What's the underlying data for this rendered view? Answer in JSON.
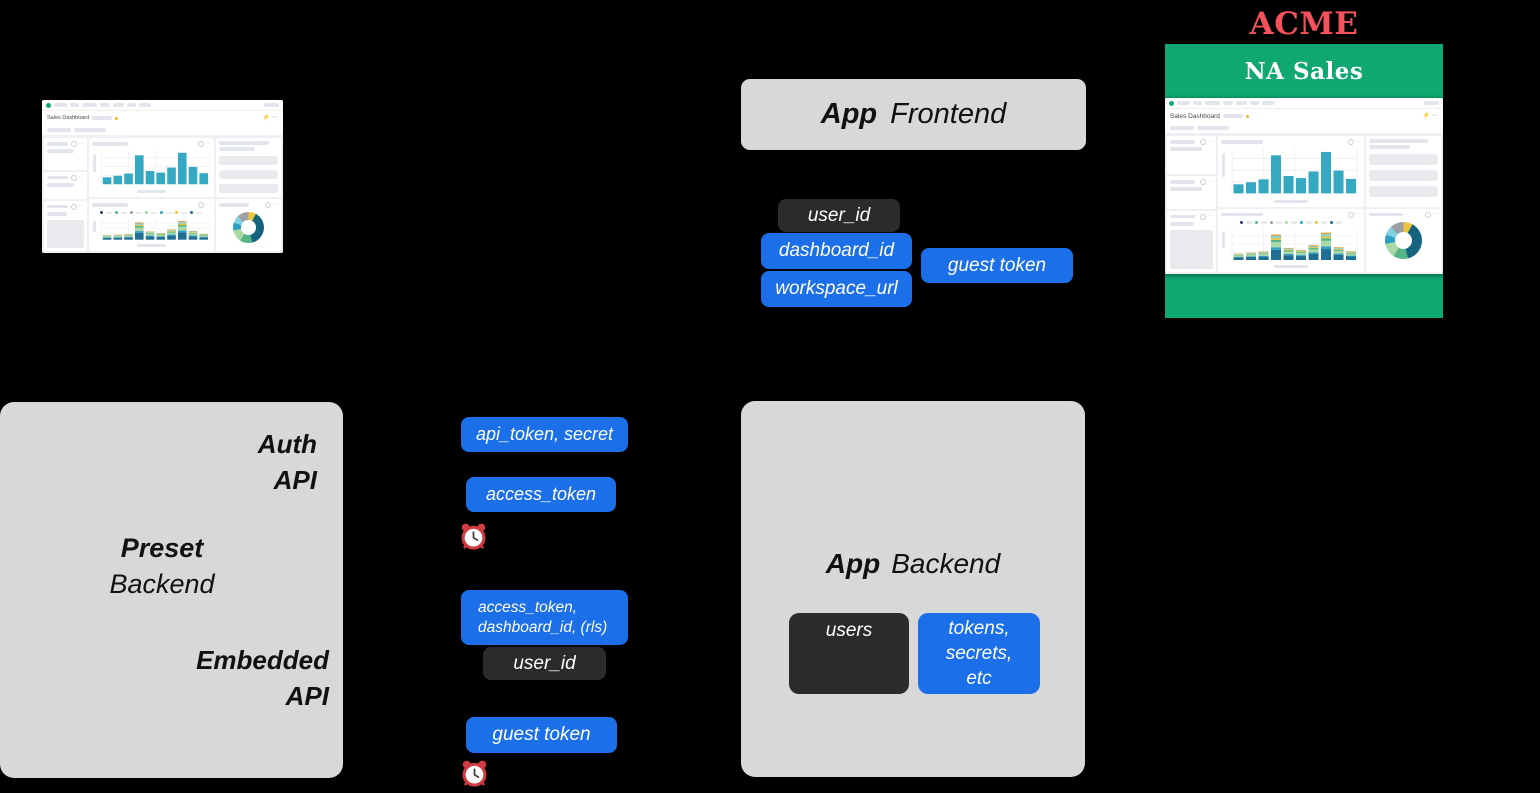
{
  "colors": {
    "background": "#000000",
    "panel_gray": "#d8d8d8",
    "tag_blue": "#1b6fe8",
    "tag_dark": "#2b2b2b",
    "acme_green": "#0fa871",
    "acme_red": "#f4515b",
    "chart_teal": "#35a9c2"
  },
  "frontend": {
    "title_bold": "App",
    "title_rest": "Frontend",
    "tags": {
      "user_id": "user_id",
      "dashboard_id": "dashboard_id",
      "workspace_url": "workspace_url",
      "guest_token": "guest token"
    }
  },
  "preset": {
    "auth_line1": "Auth",
    "auth_line2": "API",
    "name_line1": "Preset",
    "name_line2": "Backend",
    "embedded_line1": "Embedded",
    "embedded_line2": "API"
  },
  "flow": {
    "api_token_secret": "api_token, secret",
    "access_token": "access_token",
    "combo_line1": "access_token,",
    "combo_line2": "dashboard_id, (rls)",
    "user_id": "user_id",
    "guest_token": "guest token",
    "timer_icon": "alarm-clock"
  },
  "backend": {
    "title_bold": "App",
    "title_rest": "Backend",
    "users_label": "users",
    "tokens_lines": [
      "tokens,",
      "secrets,",
      "etc"
    ]
  },
  "acme": {
    "logo": "ACME",
    "header": "NA Sales"
  },
  "mini_dashboard": {
    "title": "Sales Dashboard",
    "chart_data": [
      {
        "type": "bar",
        "title": "",
        "color": "#35a9c2",
        "values": [
          0.22,
          0.27,
          0.34,
          0.92,
          0.42,
          0.37,
          0.53,
          1.0,
          0.55,
          0.35
        ]
      },
      {
        "type": "bar",
        "stacked": true,
        "totals": [
          0.24,
          0.27,
          0.31,
          0.93,
          0.44,
          0.36,
          0.55,
          1.0,
          0.47,
          0.32
        ],
        "segment_fractions": [
          0.4,
          0.1,
          0.2,
          0.09,
          0.07,
          0.08,
          0.06
        ],
        "segment_colors": [
          "#1f6e93",
          "#2f9fc4",
          "#a9d9a4",
          "#55b586",
          "#eec43d",
          "#7fd0e0",
          "#e0a63e"
        ],
        "legend_colors": [
          "#2c3e5d",
          "#55b586",
          "#9aa0a6",
          "#a9d9a4",
          "#2f9fc4",
          "#eec43d",
          "#1f6e93"
        ]
      },
      {
        "type": "pie",
        "segments": [
          {
            "color": "#eec43d",
            "pct": 8
          },
          {
            "color": "#16637e",
            "pct": 38
          },
          {
            "color": "#55b586",
            "pct": 13
          },
          {
            "color": "#a9d9a4",
            "pct": 13
          },
          {
            "color": "#2f9fc4",
            "pct": 8
          },
          {
            "color": "#7fd0e0",
            "pct": 8
          },
          {
            "color": "#9aa0a6",
            "pct": 12
          }
        ]
      }
    ]
  }
}
